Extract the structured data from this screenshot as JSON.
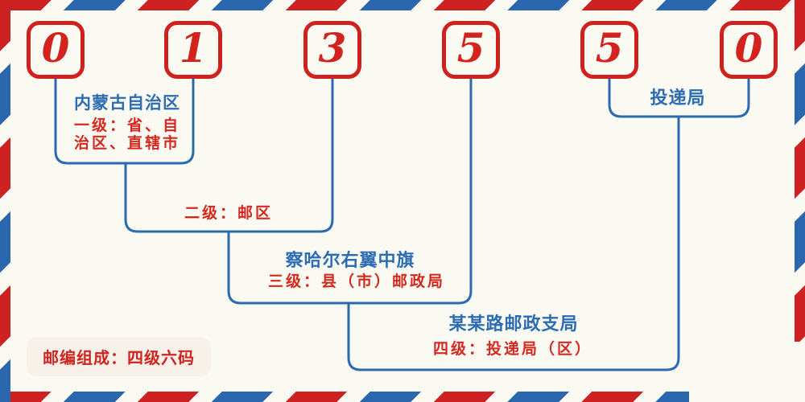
{
  "postal_code": {
    "digits": [
      "0",
      "1",
      "3",
      "5",
      "5",
      "0"
    ],
    "full": "013550"
  },
  "levels": [
    {
      "name": "内蒙古自治区",
      "label_line1": "一级：省、自",
      "label_line2": "治区、直辖市",
      "label_full": "一级：省、自治区、直辖市"
    },
    {
      "name": "",
      "label": "二级：邮区"
    },
    {
      "name": "察哈尔右翼中旗",
      "label": "三级：县（市）邮政局"
    },
    {
      "name": "某某路邮政支局",
      "label": "四级：投递局（区）"
    },
    {
      "name": "投递局"
    }
  ],
  "footer": {
    "composition_note": "邮编组成：四级六码"
  },
  "colors": {
    "stripe_red": "#ce2121",
    "stripe_blue": "#2a67ae",
    "digit_red": "#d2231e",
    "line_blue": "#2b6ab1",
    "text_blue": "#2b6cb3",
    "text_red": "#d5281f",
    "background": "#fafaf3",
    "badge_background": "#f8f1ea"
  }
}
